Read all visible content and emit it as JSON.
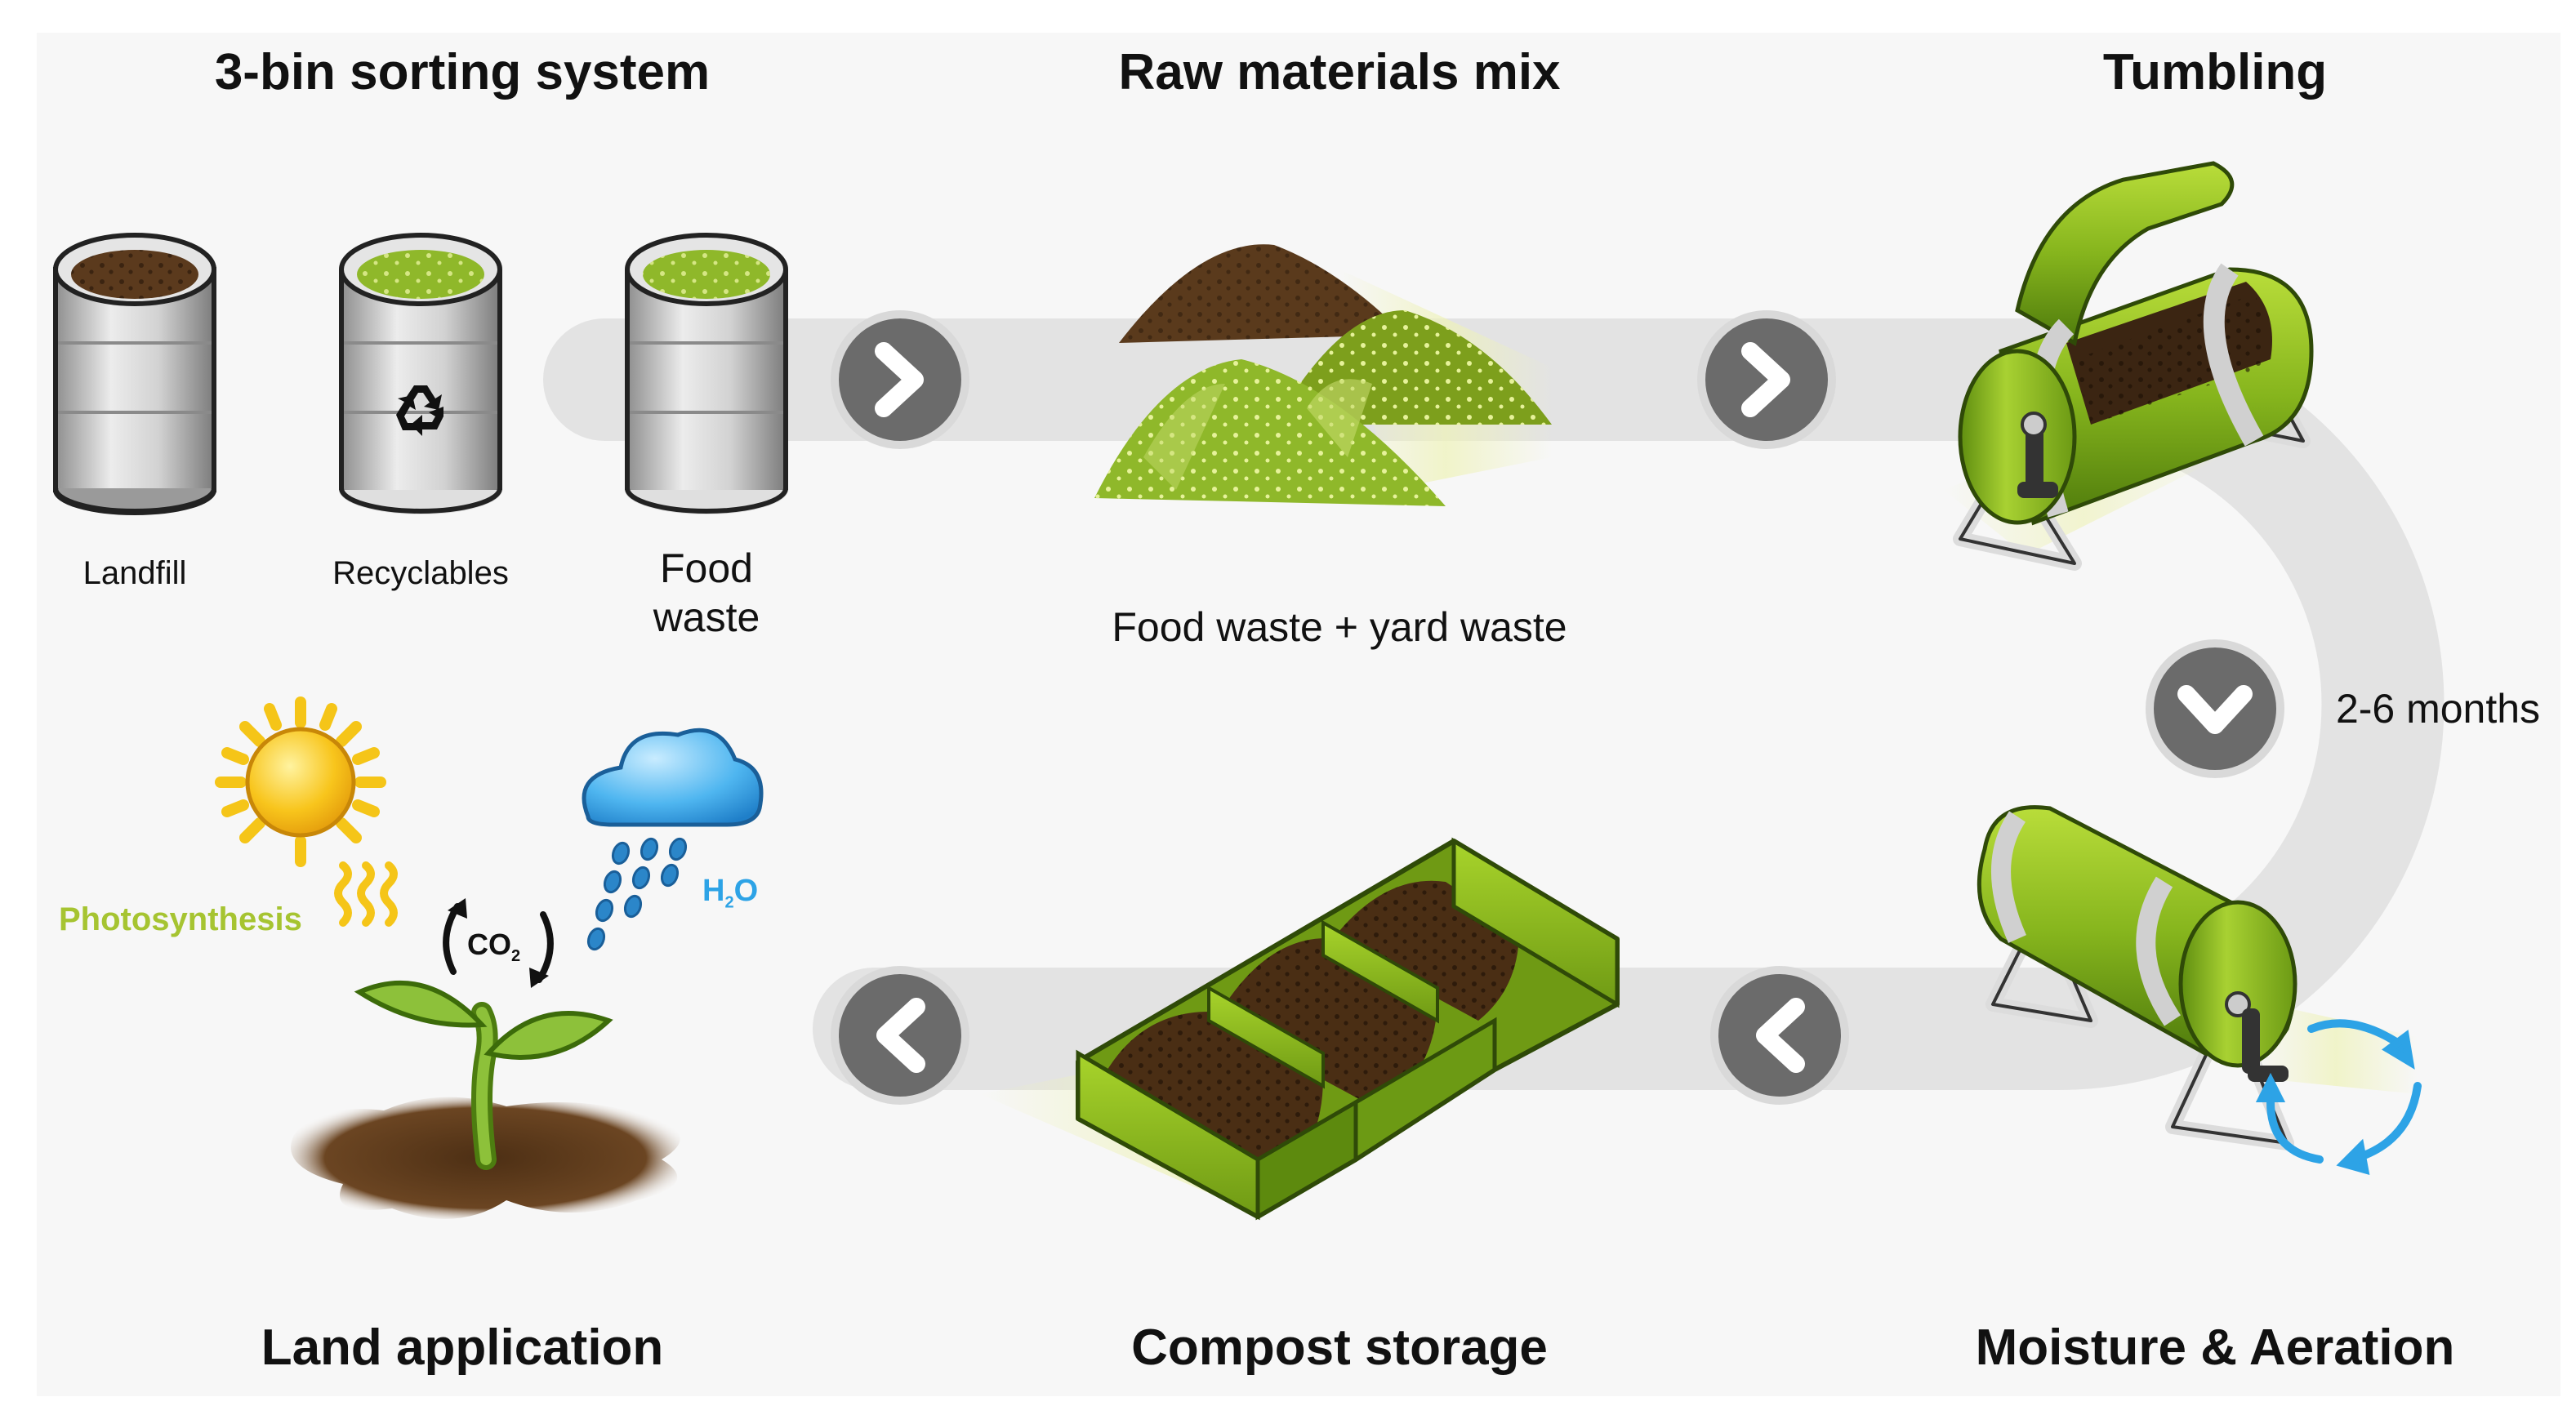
{
  "titles": {
    "sorting": "3-bin sorting system",
    "raw_mix": "Raw materials mix",
    "tumbling": "Tumbling",
    "land_application": "Land application",
    "compost_storage": "Compost storage",
    "moisture_aeration": "Moisture & Aeration"
  },
  "bins": {
    "landfill": "Landfill",
    "recyclables": "Recyclables",
    "food_waste_line1": "Food",
    "food_waste_line2": "waste"
  },
  "raw_mix_caption": "Food waste + yard waste",
  "duration": "2-6 months",
  "cycle": {
    "photosynthesis": "Photosynthesis",
    "h2o_h": "H",
    "h2o_sub": "2",
    "h2o_o": "O",
    "co2_main": "CO",
    "co2_sub": "2"
  },
  "icons": {
    "arrow_right": "chevron-right-icon",
    "arrow_down": "chevron-down-icon",
    "arrow_left": "chevron-left-icon",
    "recycle": "recycle-icon",
    "sun": "sun-icon",
    "cloud": "rain-cloud-icon",
    "seedling": "seedling-icon"
  },
  "colors": {
    "path": "#e3e3e3",
    "arrow_circle": "#6b6b6b",
    "compost_green": "#8fb82a",
    "soil_brown": "#5a3a1c",
    "photosynthesis_text": "#a6c431",
    "water_blue": "#2da3e6",
    "sun_yellow": "#f5c518"
  }
}
